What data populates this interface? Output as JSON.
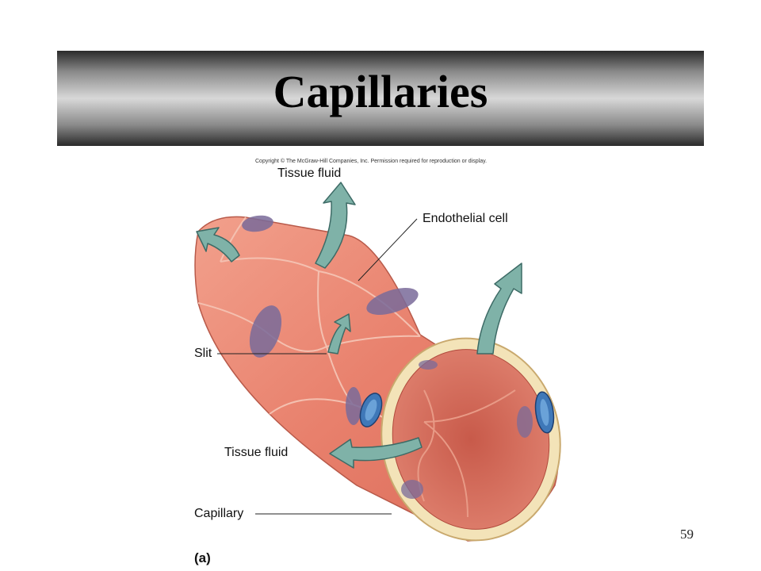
{
  "slide": {
    "title": "Capillaries",
    "page_number": "59"
  },
  "figure": {
    "copyright": "Copyright © The McGraw-Hill Companies, Inc. Permission required for reproduction or display.",
    "labels": {
      "tissue_fluid_top": "Tissue fluid",
      "endothelial_cell": "Endothelial cell",
      "slit": "Slit",
      "tissue_fluid_bottom": "Tissue fluid",
      "capillary": "Capillary"
    },
    "panel_label": "(a)"
  },
  "colors": {
    "vessel_wall": "#e8806c",
    "vessel_lumen": "#c8594a",
    "nucleus": "#7a6b9a",
    "basement_membrane": "#f3e3b8",
    "arrow_fill": "#7fb2a8",
    "arrow_stroke": "#3d6b66"
  }
}
